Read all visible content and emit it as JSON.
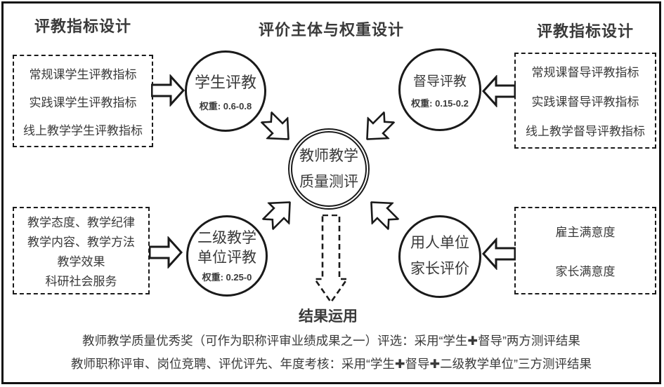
{
  "titles": {
    "left": "评教指标设计",
    "center": "评价主体与权重设计",
    "right": "评教指标设计"
  },
  "indicator_boxes": {
    "student": {
      "items": [
        "常规课学生评教指标",
        "实践课学生评教指标",
        "线上教学学生评教指标"
      ]
    },
    "supervisor": {
      "items": [
        "常规课督导评教指标",
        "实践课督导评教指标",
        "线上教学督导评教指标"
      ]
    },
    "unit": {
      "items": [
        "教学态度、教学纪律",
        "教学内容、教学方法",
        "教学效果",
        "科研社会服务"
      ]
    },
    "employer": {
      "items": [
        "雇主满意度",
        "家长满意度"
      ]
    }
  },
  "circles": {
    "student": {
      "name": "学生评教",
      "weight": "权重: 0.6-0.8"
    },
    "supervisor": {
      "name": "督导评教",
      "weight": "权重: 0.15-0.2"
    },
    "unit": {
      "line1": "二级教学",
      "line2": "单位评教",
      "weight": "权重: 0.25-0"
    },
    "employer": {
      "line1": "用人单位",
      "line2": "家长评价"
    },
    "center": {
      "line1": "教师教学",
      "line2": "质量测评"
    }
  },
  "result": {
    "label": "结果运用"
  },
  "footer": {
    "line1": "教师教学质量优秀奖（可作为职称评审业绩成果之一）评选：采用“学生✚督导”两方测评结果",
    "line2": "教师职称评审、岗位竞聘、评优评先、年度考核：采用“学生✚督导✚二级教学单位”三方测评结果"
  },
  "colors": {
    "line": "#1a1a1a",
    "text": "#3a3a3a"
  }
}
